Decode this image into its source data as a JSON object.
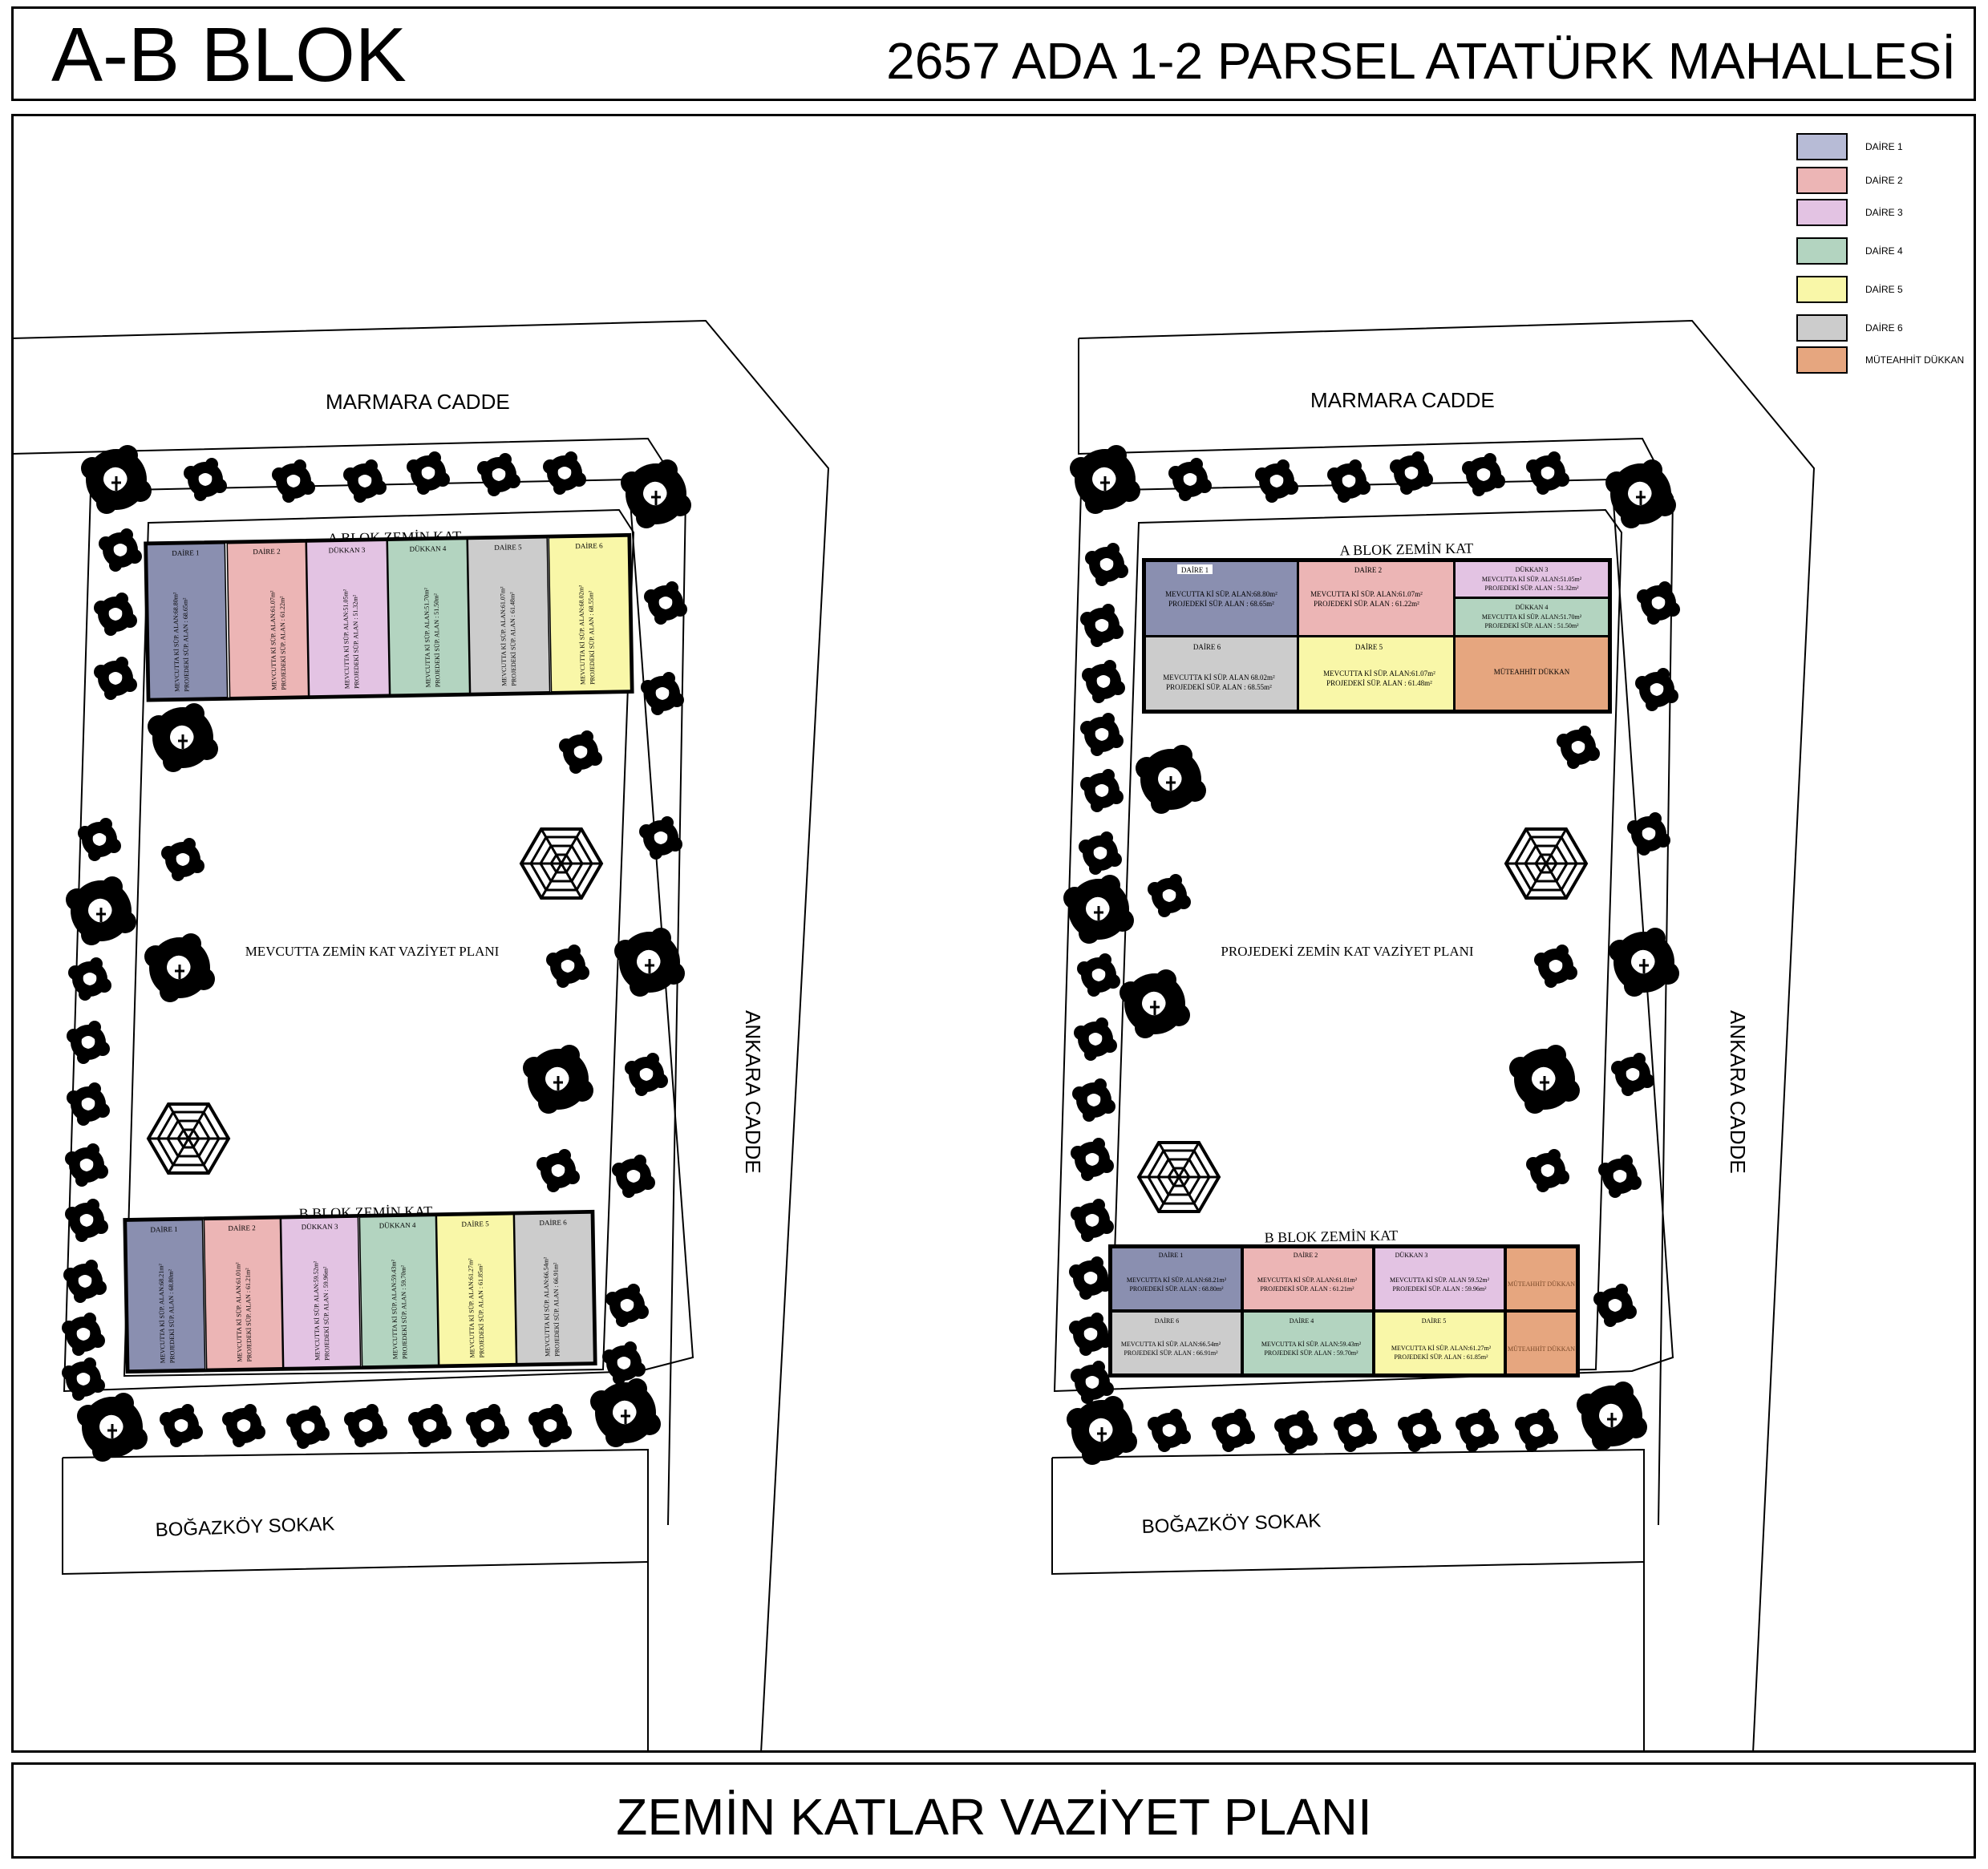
{
  "header": {
    "block_title": "A-B BLOK",
    "site_title": "2657 ADA 1-2 PARSEL ATATÜRK MAHALLESİ"
  },
  "footer": {
    "sheet_title": "ZEMİN KATLAR VAZİYET PLANI"
  },
  "streets": {
    "marmara": "MARMARA CADDE",
    "ankara": "ANKARA CADDE",
    "bogazkoy": "BOĞAZKÖY SOKAK"
  },
  "colors": {
    "daire1": "#8a8fb0",
    "daire2": "#ecb5b5",
    "daire3": "#e3c3e3",
    "daire4": "#b3d4c0",
    "daire5": "#f9f7a8",
    "daire6": "#cccccc",
    "muteahhit": "#e6a67f"
  },
  "legend": [
    {
      "label": "DAİRE 1",
      "color": "#b7bbd6"
    },
    {
      "label": "DAİRE 2",
      "color": "#ecb5b5"
    },
    {
      "label": "DAİRE 3",
      "color": "#e3c3e3"
    },
    {
      "label": "DAİRE 4",
      "color": "#b3d4c0"
    },
    {
      "label": "DAİRE 5",
      "color": "#f9f7a8"
    },
    {
      "label": "DAİRE 6",
      "color": "#cccccc"
    },
    {
      "label": "MÜTEAHHİT DÜKKAN",
      "color": "#e6a67f"
    }
  ],
  "existing_plan": {
    "title": "MEVCUTTA ZEMİN KAT VAZİYET PLANI",
    "a_block_title": "A BLOK ZEMİN KAT",
    "b_block_title": "B BLOK ZEMİN KAT",
    "a_units": [
      {
        "name": "DAİRE 1",
        "color": "#8a8fb0",
        "line1": "MEVCUTTA Kİ SÜP. ALAN:68.80m²",
        "line2": "PROJEDEKİ SÜP. ALAN : 68.65m²"
      },
      {
        "name": "DAİRE 2",
        "color": "#ecb5b5",
        "line1": "MEVCUTTA Kİ SÜP. ALAN:61.07m²",
        "line2": "PROJEDEKİ SÜP. ALAN : 61.22m²"
      },
      {
        "name": "DÜKKAN 3",
        "color": "#e3c3e3",
        "line1": "MEVCUTTA Kİ SÜP. ALAN:51.05m²",
        "line2": "PROJEDEKİ SÜP. ALAN : 51.32m²"
      },
      {
        "name": "DÜKKAN 4",
        "color": "#b3d4c0",
        "line1": "MEVCUTTA Kİ SÜP. ALAN:51.70m²",
        "line2": "PROJEDEKİ SÜP. ALAN : 51.50m²"
      },
      {
        "name": "DAİRE 5",
        "color": "#cccccc",
        "line1": "MEVCUTTA Kİ SÜP. ALAN:61.07m²",
        "line2": "PROJEDEKİ SÜP. ALAN : 61.48m²"
      },
      {
        "name": "DAİRE 6",
        "color": "#f9f7a8",
        "line1": "MEVCUTTA Kİ SÜP. ALAN:68.02m²",
        "line2": "PROJEDEKİ SÜP. ALAN : 68.55m²"
      }
    ],
    "b_units": [
      {
        "name": "DAİRE 1",
        "color": "#8a8fb0",
        "line1": "MEVCUTTA Kİ SÜP. ALAN:68.21m²",
        "line2": "PROJEDEKİ SÜP. ALAN : 68.80m²"
      },
      {
        "name": "DAİRE 2",
        "color": "#ecb5b5",
        "line1": "MEVCUTTA Kİ SÜP. ALAN:61.01m²",
        "line2": "PROJEDEKİ SÜP. ALAN : 61.21m²"
      },
      {
        "name": "DÜKKAN 3",
        "color": "#e3c3e3",
        "line1": "MEVCUTTA Kİ SÜP. ALAN:59.52m²",
        "line2": "PROJEDEKİ SÜP. ALAN : 59.96m²"
      },
      {
        "name": "DÜKKAN 4",
        "color": "#b3d4c0",
        "line1": "MEVCUTTA Kİ SÜP. ALAN:59.43m²",
        "line2": "PROJEDEKİ SÜP. ALAN : 59.70m²"
      },
      {
        "name": "DAİRE 5",
        "color": "#f9f7a8",
        "line1": "MEVCUTTA Kİ SÜP. ALAN:61.27m²",
        "line2": "PROJEDEKİ SÜP. ALAN : 61.85m²"
      },
      {
        "name": "DAİRE 6",
        "color": "#cccccc",
        "line1": "MEVCUTTA Kİ SÜP. ALAN:66.54m²",
        "line2": "PROJEDEKİ SÜP. ALAN : 66.91m²"
      }
    ]
  },
  "proposed_plan": {
    "title": "PROJEDEKİ ZEMİN KAT VAZİYET PLANI",
    "a_block_title": "A BLOK ZEMİN KAT",
    "b_block_title": "B BLOK ZEMİN KAT",
    "a_units": [
      {
        "name": "DAİRE 1",
        "color": "#8a8fb0",
        "line1": "MEVCUTTA Kİ SÜP. ALAN:68.80m²",
        "line2": "PROJEDEKİ SÜP. ALAN : 68.65m²"
      },
      {
        "name": "DAİRE 2",
        "color": "#ecb5b5",
        "line1": "MEVCUTTA Kİ SÜP. ALAN:61.07m²",
        "line2": "PROJEDEKİ SÜP. ALAN : 61.22m²"
      },
      {
        "name": "DÜKKAN 3",
        "color": "#e3c3e3",
        "line1": "MEVCUTTA Kİ SÜP. ALAN:51.05m²",
        "line2": "PROJEDEKİ SÜP. ALAN : 51.32m²"
      },
      {
        "name": "DÜKKAN 4",
        "color": "#b3d4c0",
        "line1": "MEVCUTTA Kİ SÜP. ALAN:51.70m²",
        "line2": "PROJEDEKİ SÜP. ALAN : 51.50m²"
      },
      {
        "name": "DAİRE 6",
        "color": "#cccccc",
        "line1": "MEVCUTTA Kİ SÜP. ALAN 68.02m²",
        "line2": "PROJEDEKİ SÜP. ALAN : 68.55m²"
      },
      {
        "name": "DAİRE 5",
        "color": "#f9f7a8",
        "line1": "MEVCUTTA Kİ SÜP. ALAN:61.07m²",
        "line2": "PROJEDEKİ SÜP. ALAN : 61.48m²"
      },
      {
        "name": "MÜTEAHHİT DÜKKAN",
        "color": "#e6a67f",
        "line1": "",
        "line2": ""
      }
    ],
    "b_units": [
      {
        "name": "DAİRE 1",
        "color": "#8a8fb0",
        "line1": "MEVCUTTA Kİ SÜP. ALAN:68.21m²",
        "line2": "PROJEDEKİ SÜP. ALAN : 68.80m²"
      },
      {
        "name": "DAİRE 2",
        "color": "#ecb5b5",
        "line1": "MEVCUTTA Kİ SÜP. ALAN:61.01m²",
        "line2": "PROJEDEKİ SÜP. ALAN : 61.21m²"
      },
      {
        "name": "DÜKKAN 3",
        "color": "#e3c3e3",
        "line1": "MEVCUTTA Kİ SÜP. ALAN 59.52m²",
        "line2": "PROJEDEKİ SÜP. ALAN : 59.96m²"
      },
      {
        "name": "MÜTEAHHİT DÜKKAN",
        "color": "#e6a67f",
        "line1": "",
        "line2": ""
      },
      {
        "name": "DAİRE 6",
        "color": "#cccccc",
        "line1": "MEVCUTTA Kİ SÜP. ALAN:66.54m²",
        "line2": "PROJEDEKİ SÜP. ALAN : 66.91m²"
      },
      {
        "name": "DAİRE 4",
        "color": "#b3d4c0",
        "line1": "MEVCUTTA Kİ SÜP. ALAN:59.43m²",
        "line2": "PROJEDEKİ SÜP. ALAN : 59.70m²"
      },
      {
        "name": "DAİRE 5",
        "color": "#f9f7a8",
        "line1": "MEVCUTTA Kİ SÜP. ALAN:61.27m²",
        "line2": "PROJEDEKİ SÜP. ALAN : 61.85m²"
      },
      {
        "name": "MÜTEAHHİT DÜKKAN",
        "color": "#e6a67f",
        "line1": "",
        "line2": ""
      }
    ]
  }
}
